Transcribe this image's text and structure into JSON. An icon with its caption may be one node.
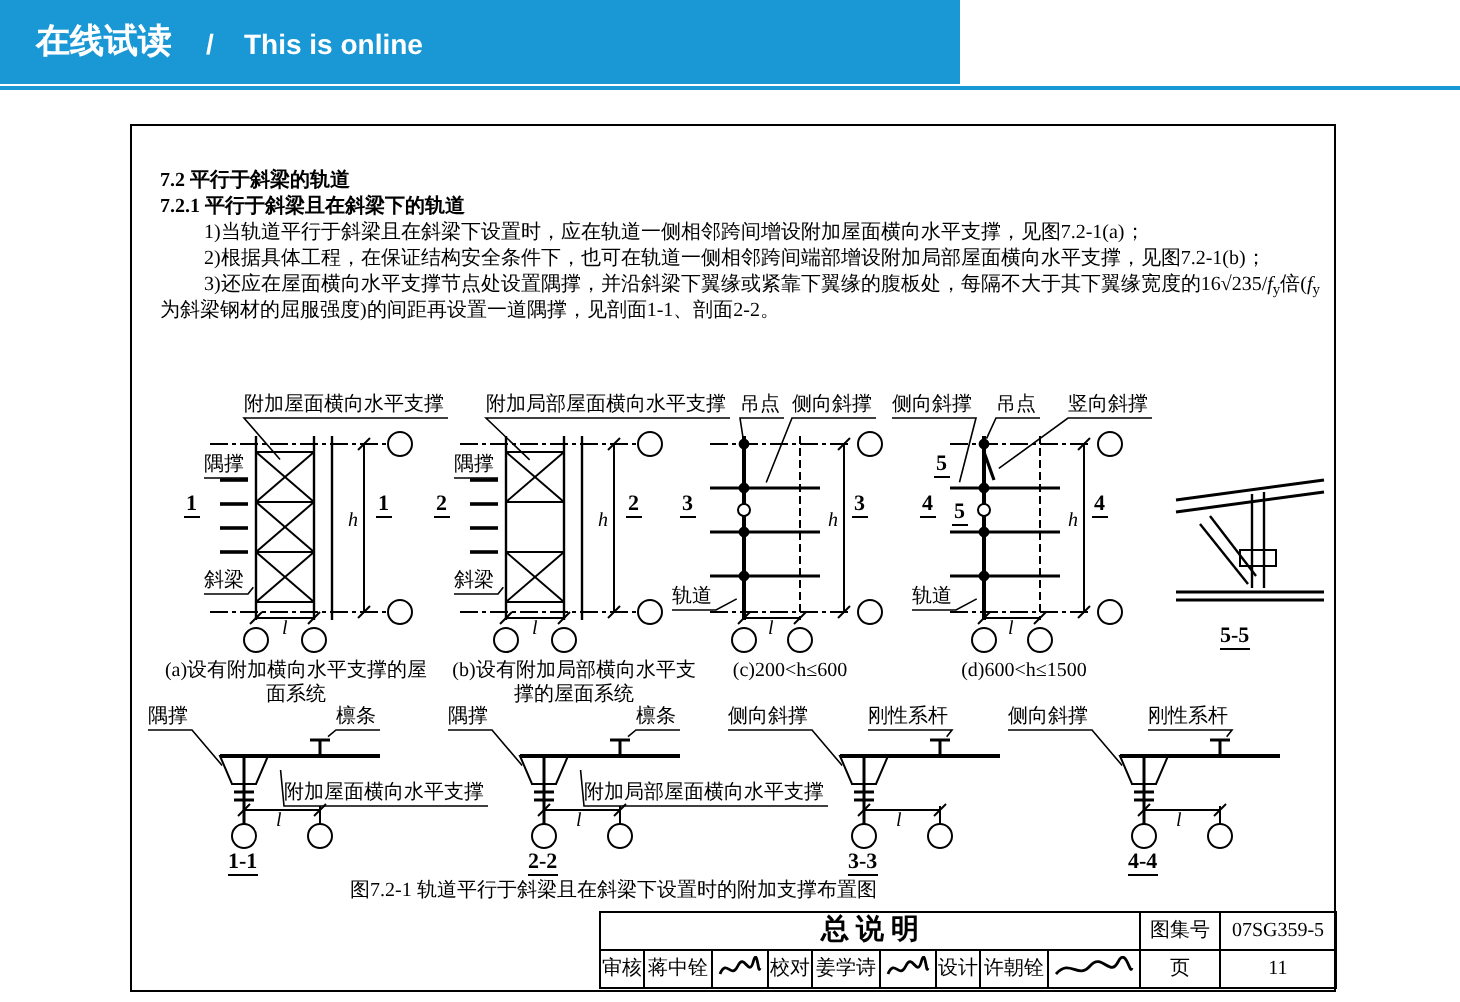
{
  "diagram": {
    "title": "7.2 平行于斜梁的轨道",
    "nodes": [
      {
        "text": [
          "附加屋面横向水平支撑"
        ]
      },
      {
        "text": [
          "隅撑"
        ]
      },
      {
        "text": [
          "斜梁"
        ]
      },
      {
        "text": [
          "附加局部屋面横向水平支撑"
        ]
      },
      {
        "text": [
          "隅撑"
        ]
      },
      {
        "text": [
          "斜梁"
        ]
      },
      {
        "text": [
          "吊点"
        ]
      },
      {
        "text": [
          "侧向斜撑"
        ]
      },
      {
        "text": [
          "轨道"
        ]
      },
      {
        "text": [
          "侧向斜撑"
        ]
      },
      {
        "text": [
          "吊点"
        ]
      },
      {
        "text": [
          "竖向斜撑"
        ]
      },
      {
        "text": [
          "轨道"
        ]
      },
      {
        "text": [
          "隅撑"
        ]
      },
      {
        "text": [
          "檩条"
        ]
      },
      {
        "text": [
          "附加屋面横向水平支撑"
        ]
      },
      {
        "text": [
          "隅撑"
        ]
      },
      {
        "text": [
          "檩条"
        ]
      },
      {
        "text": [
          "附加局部屋面横向水平支撑"
        ]
      },
      {
        "text": [
          "侧向斜撑"
        ]
      },
      {
        "text": [
          "刚性系杆"
        ]
      },
      {
        "text": [
          "侧向斜撑"
        ]
      },
      {
        "text": [
          "刚性系杆"
        ]
      },
      {
        "text": [],
        "shape": "picture"
      },
      {
        "text": [],
        "shape": "picture"
      },
      {
        "text": [],
        "shape": "picture"
      },
      {
        "text": [],
        "shape": "picture"
      },
      {
        "text": [],
        "shape": "picture"
      },
      {
        "text": [],
        "shape": "picture"
      },
      {
        "text": [],
        "shape": "picture"
      },
      {
        "text": [],
        "shape": "picture"
      }
    ],
    "edges": [
      {
        "from": 0,
        "to": 23,
        "arrow": "none"
      },
      {
        "from": 1,
        "to": 23,
        "arrow": "none"
      },
      {
        "from": 2,
        "to": 23,
        "arrow": "none"
      },
      {
        "from": 3,
        "to": 24,
        "arrow": "none"
      },
      {
        "from": 4,
        "to": 24,
        "arrow": "none"
      },
      {
        "from": 5,
        "to": 24,
        "arrow": "none"
      },
      {
        "from": 6,
        "to": 25,
        "arrow": "none"
      },
      {
        "from": 7,
        "to": 25,
        "arrow": "none"
      },
      {
        "from": 8,
        "to": 25,
        "arrow": "none"
      },
      {
        "from": 9,
        "to": 26,
        "arrow": "none"
      },
      {
        "from": 10,
        "to": 26,
        "arrow": "none"
      },
      {
        "from": 11,
        "to": 26,
        "arrow": "none"
      },
      {
        "from": 12,
        "to": 26,
        "arrow": "none"
      },
      {
        "from": 13,
        "to": 27,
        "arrow": "none"
      },
      {
        "from": 14,
        "to": 27,
        "arrow": "none"
      },
      {
        "from": 15,
        "to": 27,
        "arrow": "none"
      },
      {
        "from": 16,
        "to": 28,
        "arrow": "none"
      },
      {
        "from": 17,
        "to": 28,
        "arrow": "none"
      },
      {
        "from": 18,
        "to": 28,
        "arrow": "none"
      },
      {
        "from": 19,
        "to": 29,
        "arrow": "none"
      },
      {
        "from": 20,
        "to": 29,
        "arrow": "none"
      },
      {
        "from": 21,
        "to": 30,
        "arrow": "none"
      },
      {
        "from": 22,
        "to": 30,
        "arrow": "none"
      }
    ],
    "labels": [
      "在线试读",
      "/",
      "This is online",
      "7.2.1 平行于斜梁且在斜梁下的轨道",
      "1)当轨道平行于斜梁且在斜梁下设置时，应在轨道一侧相邻跨间增设附加屋面横向水平支撑，见图7.2-1(a)；",
      "2)根据具体工程，在保证结构安全条件下，也可在轨道一侧相邻跨间端部增设附加局部屋面横向水平支撑，见图7.2-1(b)；",
      "3)还应在屋面横向水平支撑节点处设置隅撑，并沿斜梁下翼缘或紧靠下翼缘的腹板处，每隔不大于其下翼缘宽度的16√235/*f*$_{y}$倍(*f*$_{y}$为斜梁钢材的屈服强度)的间距再设置一道隅撑，见剖面1-1、剖面2-2。",
      "1",
      "1",
      "h",
      "l",
      "(a)设有附加横向水平支撑的屋面系统",
      "2",
      "2",
      "h",
      "l",
      "(b)设有附加局部横向水平支撑的屋面系统",
      "3",
      "3",
      "h",
      "l",
      "(c)200<h≤600",
      "4",
      "4",
      "5",
      "5",
      "h",
      "l",
      "(d)600<h≤1500",
      "5-5",
      "l",
      "1-1",
      "l",
      "2-2",
      "l",
      "3-3",
      "l",
      "4-4",
      "图7.2-1 轨道平行于斜梁且在斜梁下设置时的附加支撑布置图",
      "总 说 明",
      "图集号",
      "07SG359-5",
      "审核",
      "蒋中铨",
      "校对",
      "姜学诗",
      "设计",
      "许朝铨",
      "页",
      "11"
    ]
  }
}
